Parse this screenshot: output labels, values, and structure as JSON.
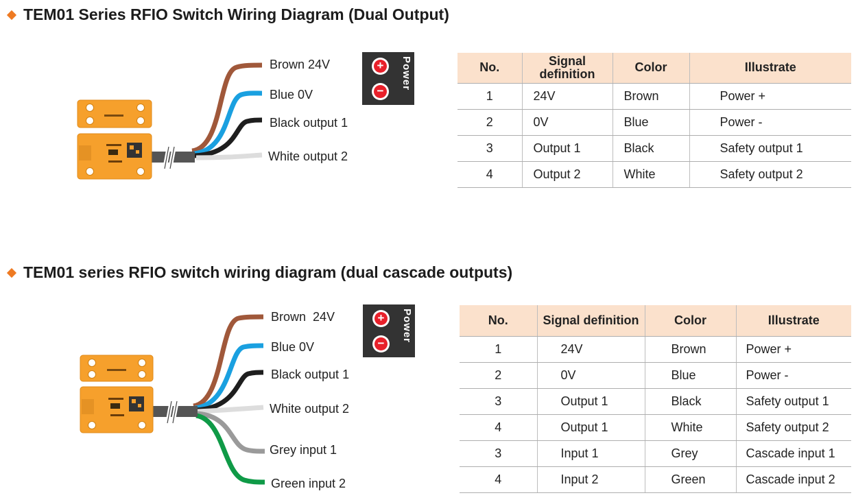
{
  "sections": [
    {
      "title": "TEM01 Series RFIO Switch Wiring Diagram (Dual Output)",
      "wires": [
        {
          "label": "Brown 24V",
          "color": "#a0583a"
        },
        {
          "label": "Blue 0V",
          "color": "#1aa0e0"
        },
        {
          "label": "Black output 1",
          "color": "#1e1e1e"
        },
        {
          "label": "White output 2",
          "color": "#dddddd"
        }
      ],
      "power": {
        "plus": "+",
        "minus": "−",
        "label": "Power"
      },
      "table": {
        "headers": [
          "No.",
          "Signal definition",
          "Color",
          "Illustrate"
        ],
        "rows": [
          [
            "1",
            "24V",
            "Brown",
            "Power +"
          ],
          [
            "2",
            "0V",
            "Blue",
            "Power -"
          ],
          [
            "3",
            "Output 1",
            "Black",
            "Safety output 1"
          ],
          [
            "4",
            "Output 2",
            "White",
            "Safety output 2"
          ]
        ]
      }
    },
    {
      "title": "TEM01 series RFIO switch wiring diagram (dual cascade outputs)",
      "wires": [
        {
          "label": "Brown  24V",
          "color": "#a0583a"
        },
        {
          "label": "Blue 0V",
          "color": "#1aa0e0"
        },
        {
          "label": "Black output 1",
          "color": "#1e1e1e"
        },
        {
          "label": "White output 2",
          "color": "#dddddd"
        },
        {
          "label": "Grey input 1",
          "color": "#9a9a9a"
        },
        {
          "label": "Green input 2",
          "color": "#0f9a47"
        }
      ],
      "power": {
        "plus": "+",
        "minus": "−",
        "label": "Power"
      },
      "table": {
        "headers": [
          "No.",
          "Signal definition",
          "Color",
          "Illustrate"
        ],
        "rows": [
          [
            "1",
            "24V",
            "Brown",
            "Power +"
          ],
          [
            "2",
            "0V",
            "Blue",
            "Power -"
          ],
          [
            "3",
            "Output 1",
            "Black",
            "Safety output 1"
          ],
          [
            "4",
            "Output 1",
            "White",
            "Safety output 2"
          ],
          [
            "3",
            "Input 1",
            "Grey",
            "Cascade input 1"
          ],
          [
            "4",
            "Input 2",
            "Green",
            "Cascade input 2"
          ]
        ]
      }
    }
  ]
}
